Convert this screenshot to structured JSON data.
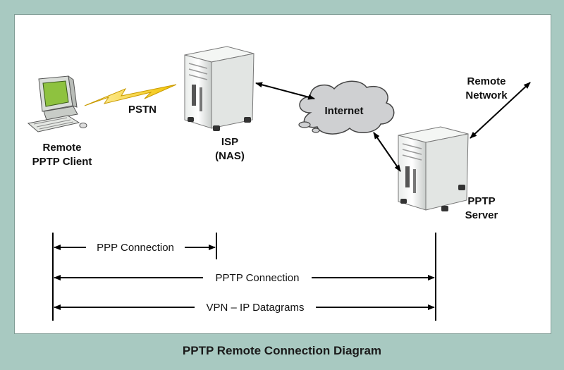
{
  "labels": {
    "pstn": "PSTN",
    "client_line1": "Remote",
    "client_line2": "PPTP Client",
    "isp_line1": "ISP",
    "isp_line2": "(NAS)",
    "internet": "Internet",
    "remote_network_line1": "Remote",
    "remote_network_line2": "Network",
    "server_line1": "PPTP",
    "server_line2": "Server"
  },
  "connections": {
    "ppp": "PPP Connection",
    "pptp": "PPTP Connection",
    "vpn": "VPN – IP Datagrams"
  },
  "caption": "PPTP Remote Connection Diagram",
  "colors": {
    "background": "#a8c9c1",
    "panel": "#ffffff",
    "lightning": "#f2c200",
    "cloud": "#cfd0d2",
    "screen": "#8ec23f"
  },
  "icons": {
    "client": "desktop-computer-icon",
    "isp": "tower-server-icon",
    "server": "tower-server-icon",
    "link": "lightning-bolt-icon",
    "internet": "cloud-icon"
  }
}
